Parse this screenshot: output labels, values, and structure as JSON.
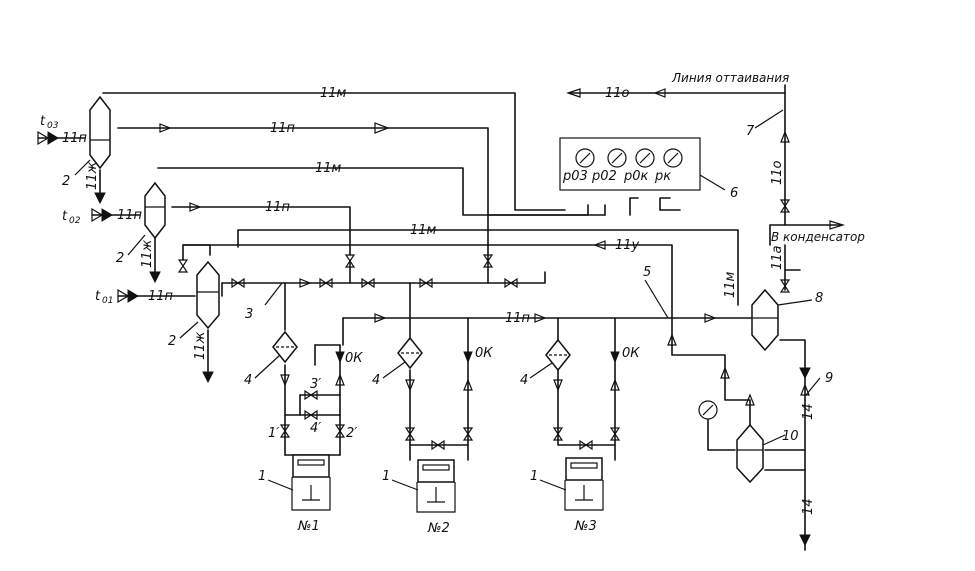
{
  "temperatures": {
    "t03": "t",
    "t03_sub": "03",
    "t02": "t",
    "t02_sub": "02",
    "t01": "t",
    "t01_sub": "01"
  },
  "line_labels": {
    "m": "11м",
    "p": "11п",
    "zh": "11ж",
    "o": "11о",
    "u": "11у",
    "a": "11а"
  },
  "text_labels": {
    "thaw_line": "Линия оттаивания",
    "to_condenser": "В конденсатор",
    "ok": "0К"
  },
  "gauges": {
    "p03": "p03",
    "p02": "p02",
    "p0k": "p0к",
    "pk": "pк"
  },
  "callouts": [
    "1",
    "2",
    "3",
    "4",
    "5",
    "6",
    "7",
    "8",
    "9",
    "10",
    "14",
    "1′",
    "2′",
    "3′",
    "4′"
  ],
  "compressors": [
    "№1",
    "№2",
    "№3"
  ]
}
